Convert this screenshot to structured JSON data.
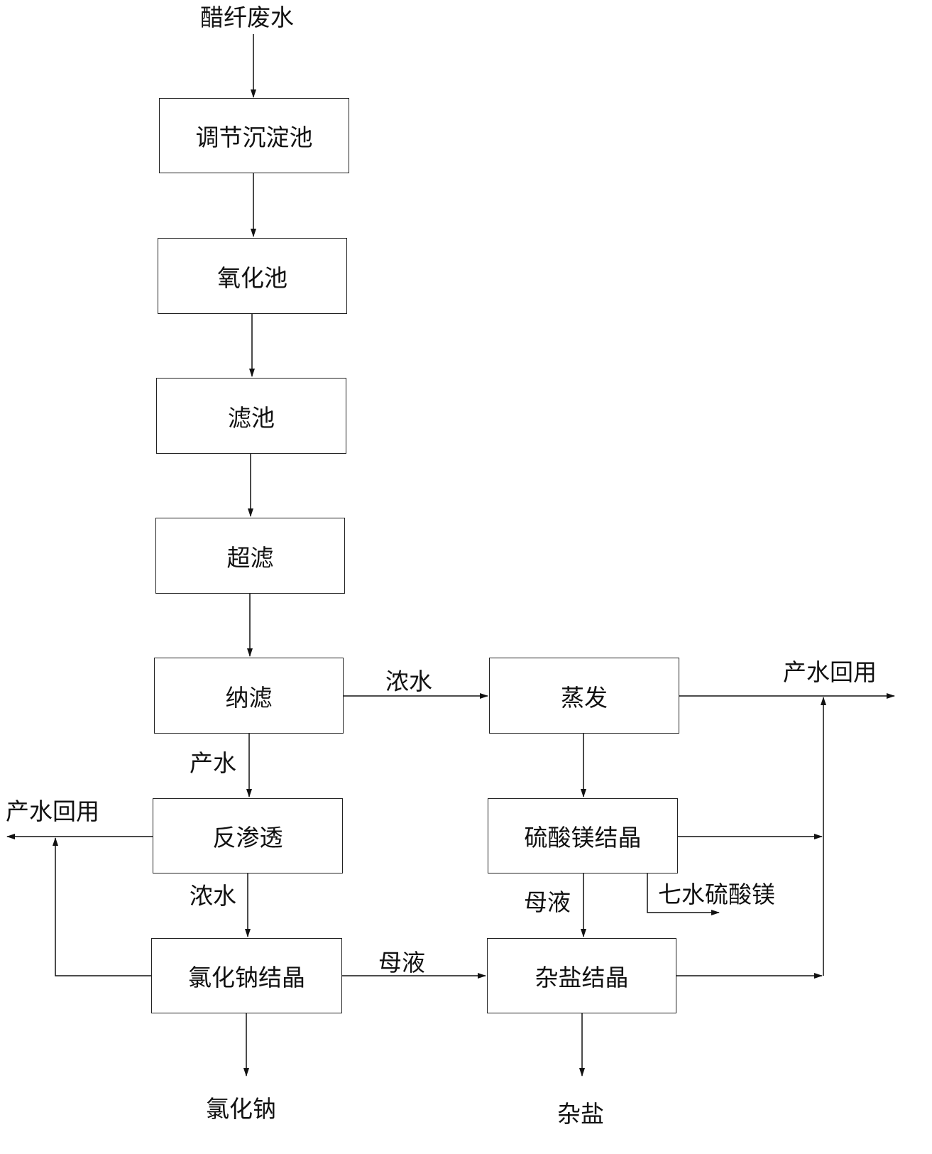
{
  "diagram": {
    "boxes": {
      "adjust_settling_tank": "调节沉淀池",
      "oxidation_tank": "氧化池",
      "filter_tank": "滤池",
      "ultrafiltration": "超滤",
      "nanofiltration": "纳滤",
      "reverse_osmosis": "反渗透",
      "nacl_crystallization": "氯化钠结晶",
      "evaporation": "蒸发",
      "mgso4_crystallization": "硫酸镁结晶",
      "mixed_salt_crystallization": "杂盐结晶"
    },
    "labels": {
      "input_wastewater": "醋纤废水",
      "nf_concentrate": "浓水",
      "nf_product_water": "产水",
      "ro_concentrate": "浓水",
      "nacl_mother_liquor": "母液",
      "mgso4_mother_liquor": "母液",
      "left_water_reuse": "产水回用",
      "right_water_reuse": "产水回用",
      "epsom_salt_output": "七水硫酸镁",
      "sodium_chloride_output": "氯化钠",
      "mixed_salt_output": "杂盐"
    }
  }
}
